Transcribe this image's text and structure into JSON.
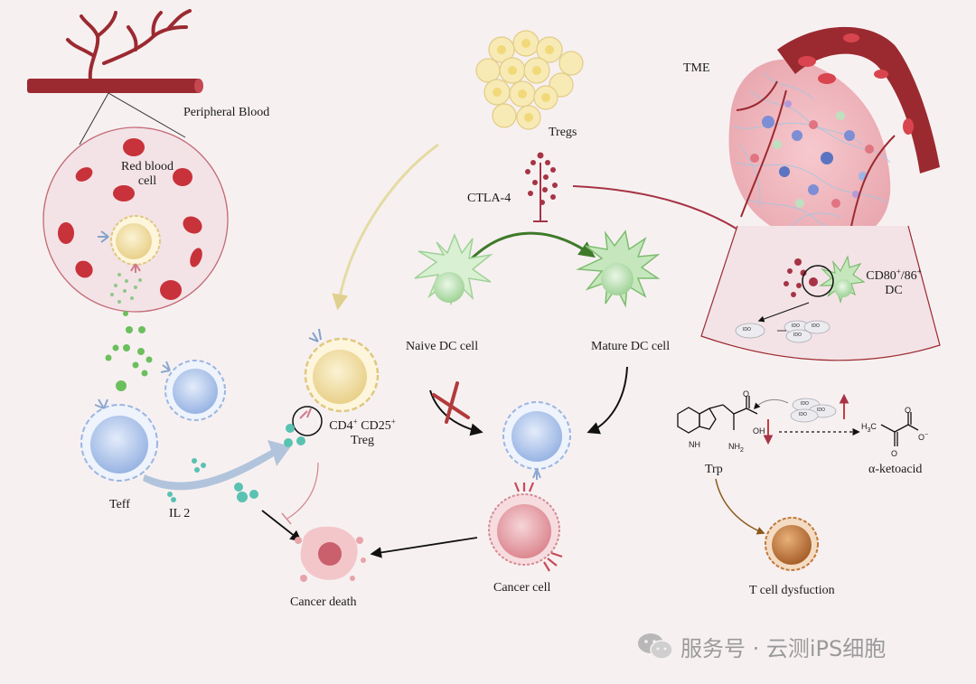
{
  "labels": {
    "peripheral_blood": "Peripheral Blood",
    "red_blood_cell_line1": "Red blood",
    "red_blood_cell_line2": "cell",
    "tregs": "Tregs",
    "ctla4": "CTLA-4",
    "tme": "TME",
    "cd80_86_main": "CD80",
    "cd80_86_sup1": "+",
    "cd80_86_mid": "/86",
    "cd80_86_sup2": "+",
    "cd80_86_line2": "DC",
    "naive_dc": "Naive DC cell",
    "mature_dc": "Mature DC cell",
    "treg_cd4": "CD4",
    "treg_cd4_sup": "+",
    "treg_cd25": " CD25",
    "treg_cd25_sup": "+",
    "treg_line2": "Treg",
    "teff": "Teff",
    "il2": "IL 2",
    "cancer_death": "Cancer death",
    "cancer_cell": "Cancer cell",
    "trp": "Trp",
    "alpha_ketoacid": "α-ketoacid",
    "t_cell_dysfunction": "T cell dysfuction",
    "ido": "IDO",
    "chem_oh": "OH",
    "chem_nh2": "NH",
    "chem_nh2_sub": "2",
    "chem_nh": "NH",
    "chem_o": "O",
    "chem_ch3": "H",
    "chem_ch3_sub": "3",
    "chem_ch3_c": "C",
    "chem_o_minus": "O",
    "chem_minus": "−"
  },
  "watermark": {
    "text": "服务号 · 云测iPS细胞",
    "icon": "wechat-icon"
  },
  "colors": {
    "background": "#f7f0f1",
    "vessel": "#9b2a30",
    "rbc": "#c8323a",
    "treg_yellow": "#f3e2a8",
    "dc_green": "#b6e0b0",
    "tcell_blue": "#b9cdee",
    "cancer_pink": "#e9a3ab",
    "arrow_green": "#3f7a2a",
    "arrow_red": "#a63445",
    "arrow_beige": "#e5dba3",
    "arrow_blue": "#a9bfd9",
    "arrow_brown": "#8a5a1a",
    "inhibit_x": "#b23a3a",
    "tdys_orange": "#c07a3a",
    "cytokine_green": "#6cbf5d",
    "cytokine_teal": "#59c2b2"
  }
}
